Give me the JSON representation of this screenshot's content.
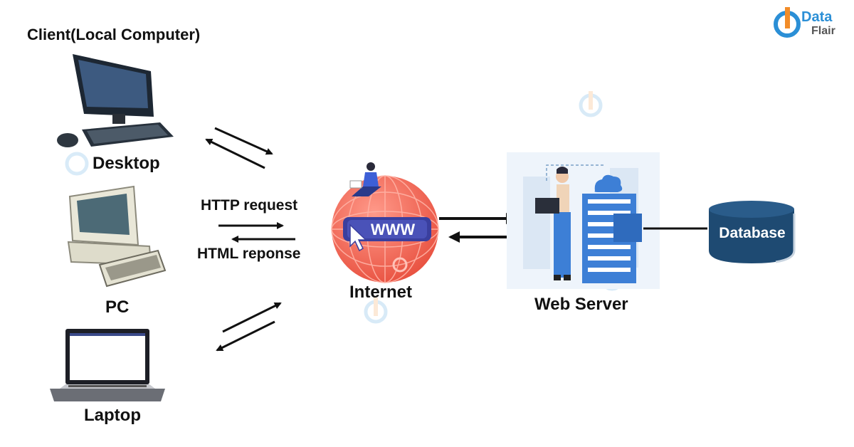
{
  "title": "Client(Local Computer)",
  "clients": {
    "desktop": "Desktop",
    "pc": "PC",
    "laptop": "Laptop"
  },
  "protocol": {
    "request": "HTTP request",
    "response": "HTML reponse"
  },
  "internet": {
    "label": "Internet",
    "globe_text": "WWW"
  },
  "web_server": {
    "label": "Web Server"
  },
  "database": {
    "label": "Database"
  },
  "brand": {
    "line1": "Data",
    "line2": "Flair"
  },
  "colors": {
    "globe": "#f26d5b",
    "www_bar": "#3a3f9e",
    "server_blue": "#3d7fd6",
    "database_fill": "#1e4a72",
    "brand_blue": "#2b8fd6"
  }
}
